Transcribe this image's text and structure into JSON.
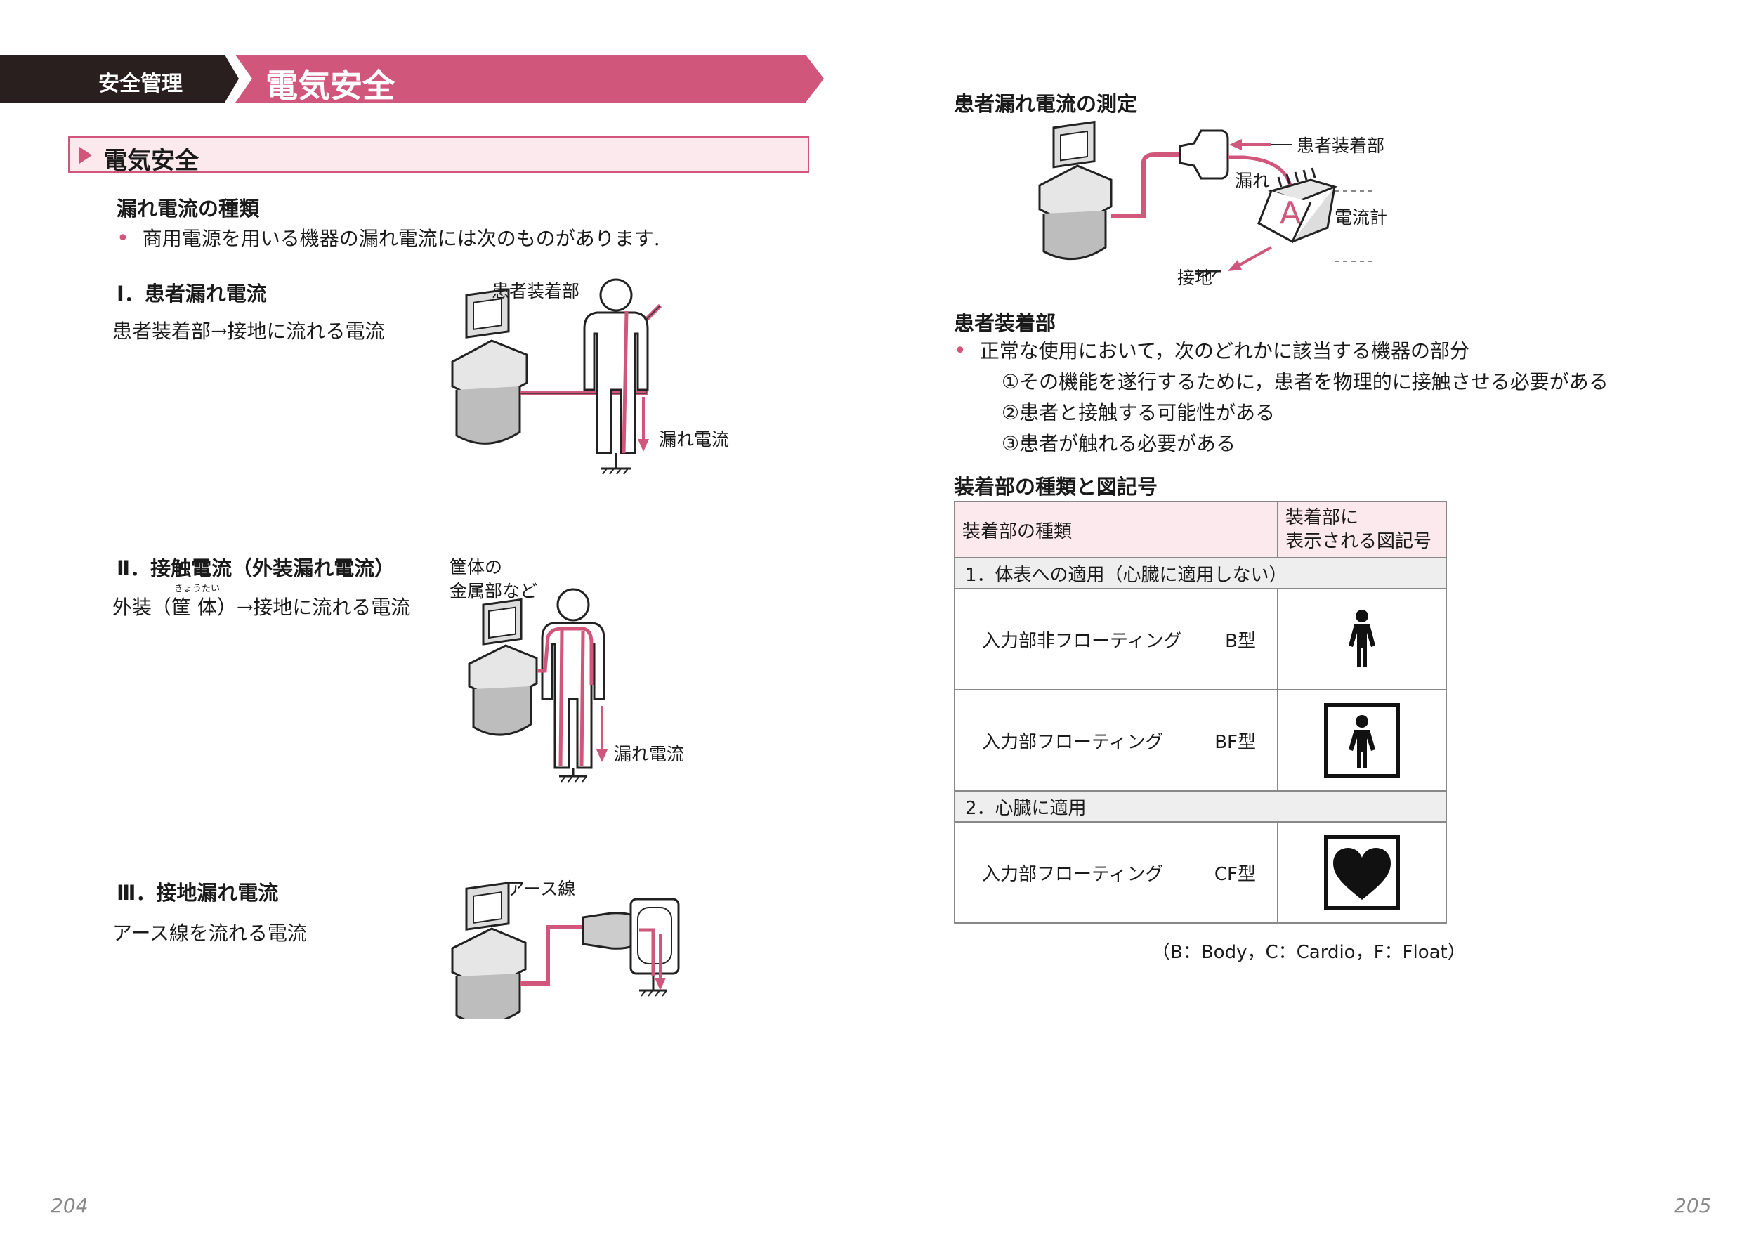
{
  "header": {
    "category": "安全管理",
    "title": "電気安全"
  },
  "section": {
    "title": "電気安全"
  },
  "leakage_types": {
    "heading": "漏れ電流の種類",
    "intro": "商用電源を用いる機器の漏れ電流には次のものがあります."
  },
  "patient_leakage": {
    "heading": "Ⅰ．患者漏れ電流",
    "description": "患者装着部→接地に流れる電流",
    "label_part": "患者装着部",
    "label_current": "漏れ電流"
  },
  "touch_current": {
    "heading": "Ⅱ．接触電流（外装漏れ電流）",
    "desc_prefix": "外装（",
    "ruby_base": "筐 体",
    "ruby_text": "きょうたい",
    "desc_suffix": "）→接地に流れる電流",
    "label_enclosure_1": "筐体の",
    "label_enclosure_2": "金属部など",
    "label_current": "漏れ電流"
  },
  "earth_leakage": {
    "heading": "Ⅲ．接地漏れ電流",
    "description": "アース線を流れる電流",
    "label_wire": "アース線"
  },
  "measurement": {
    "heading": "患者漏れ電流の測定",
    "label_part": "患者装着部",
    "label_leak": "漏れ",
    "label_meter": "電流計",
    "meter_letter": "A",
    "label_ground": "接地"
  },
  "applied_part": {
    "heading": "患者装着部",
    "bullet": "正常な使用において，次のどれかに該当する機器の部分",
    "items": [
      "①その機能を遂行するために，患者を物理的に接触させる必要がある",
      "②患者と接触する可能性がある",
      "③患者が触れる必要がある"
    ]
  },
  "table": {
    "heading": "装着部の種類と図記号",
    "col1": "装着部の種類",
    "col2_line1": "装着部に",
    "col2_line2": "表示される図記号",
    "cat1": "1．体表への適用（心臓に適用しない）",
    "cat2": "2．心臓に適用",
    "rows": [
      {
        "name": "入力部非フローティング",
        "type": "B型",
        "symbol": "person-icon"
      },
      {
        "name": "入力部フローティング",
        "type": "BF型",
        "symbol": "person-in-box-icon"
      },
      {
        "name": "入力部フローティング",
        "type": "CF型",
        "symbol": "heart-in-box-icon"
      }
    ],
    "note": "（B：Body，C：Cardio，F：Float）"
  },
  "page_numbers": {
    "left": "204",
    "right": "205"
  },
  "colors": {
    "accent": "#d0567b",
    "dark": "#2a1f1f",
    "tint": "#fbe9ee"
  }
}
